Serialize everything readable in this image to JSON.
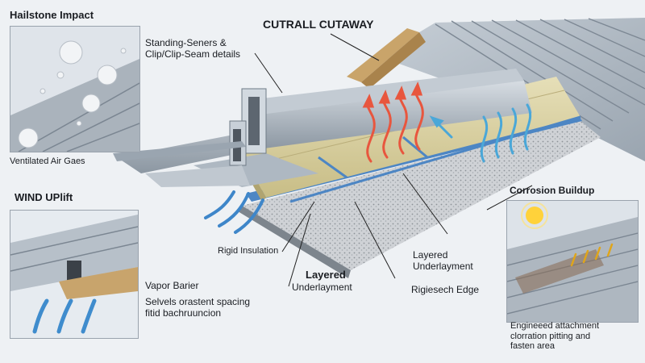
{
  "title": "CUTRALL CUTAWAY",
  "insets": {
    "hailstone": {
      "title": "Hailstone Impact",
      "caption": "Ventilated Air Gaes"
    },
    "wind": {
      "title": "WIND UPlift"
    },
    "corrosion": {
      "title": "Corrosion Buildup",
      "caption": "Engineeed attachment\nclorration pitting and\nfasten area"
    }
  },
  "callouts": {
    "standing_seam": "Standing-Seners &\nClip/Clip-Seam details",
    "rigid_insulation": "Rigid Insulation",
    "vapor_barrier": "Vapor Barier",
    "spacing_note": "Selvels orastent spacing\nfitid bachruuncion",
    "layered_underlayment_center_heading": "Layered",
    "layered_underlayment_center_body": "Underlayment",
    "layered_underlayment_right": "Layered\nUnderlayment",
    "ridge_edge": "Rigiesech Edge"
  },
  "colors": {
    "metal": "#b9c2cb",
    "metal_dark": "#7f8a96",
    "insulation": "#d8cfa0",
    "underlayment_blue": "#4d86c4",
    "gravel": "#c9ccd0",
    "heat_arrow": "#e8563e",
    "air_arrow": "#4aa7d8"
  },
  "icons": [
    "hailstone-icon",
    "wind-arrow-icon",
    "sun-icon",
    "heat-arrow-icon",
    "air-flow-arrow-icon"
  ]
}
